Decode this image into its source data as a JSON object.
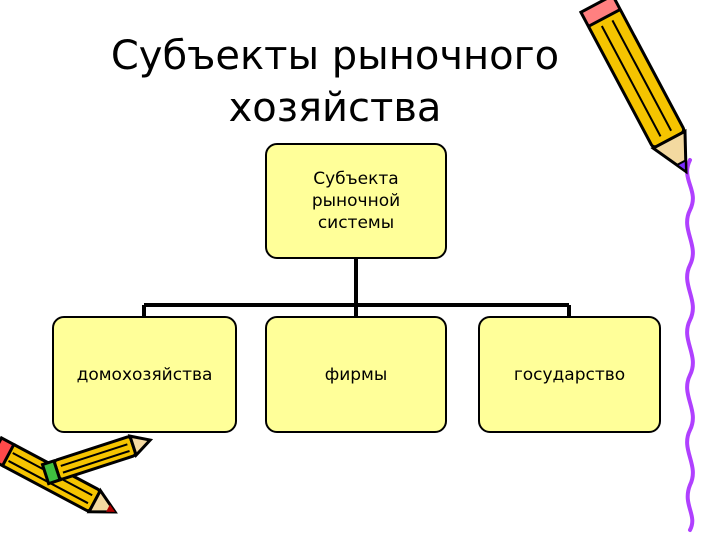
{
  "title": {
    "line1": "Субъекты рыночного",
    "line2": "хозяйства"
  },
  "diagram": {
    "type": "org-chart",
    "root": {
      "line1": "Субъекта рыночной",
      "line2": "системы"
    },
    "children": [
      {
        "label": "домохозяйства"
      },
      {
        "label": "фирмы"
      },
      {
        "label": "государство"
      }
    ]
  },
  "colors": {
    "node_fill": "#ffff99",
    "node_border": "#000000",
    "connector": "#000000",
    "pencil_yellow": "#f5c400",
    "pencil_purple": "#b040ff"
  },
  "decorations": [
    "pencil-icon-top-right",
    "pencils-icon-bottom-left",
    "wavy-line-right"
  ]
}
